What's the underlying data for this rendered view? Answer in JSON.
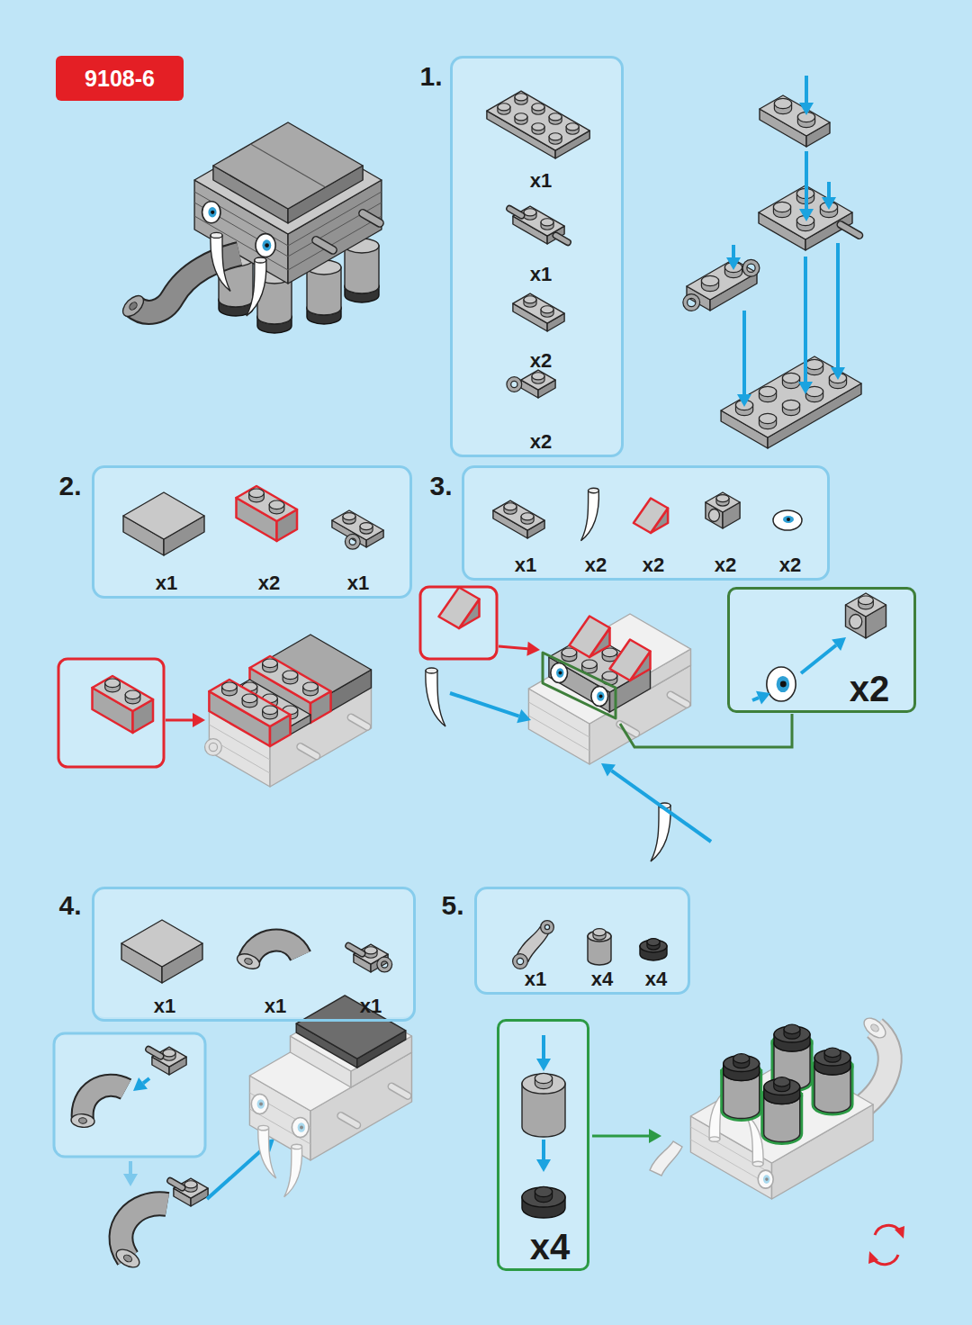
{
  "diagram": {
    "nodes": [
      {
        "text": [
          "9108-6"
        ]
      },
      {
        "text": [
          "1.",
          "x1",
          "x1",
          "x2",
          "x2"
        ]
      },
      {
        "text": [
          "2.",
          "x1",
          "x2",
          "x1"
        ]
      },
      {
        "text": [
          "3.",
          "x1",
          "x2",
          "x2",
          "x2",
          "x2"
        ]
      },
      {
        "text": [
          "x2"
        ]
      },
      {
        "text": [
          "4.",
          "x1",
          "x1",
          "x1"
        ]
      },
      {
        "text": [
          "5.",
          "x1",
          "x4",
          "x4"
        ]
      },
      {
        "text": [
          "x4"
        ]
      }
    ]
  }
}
